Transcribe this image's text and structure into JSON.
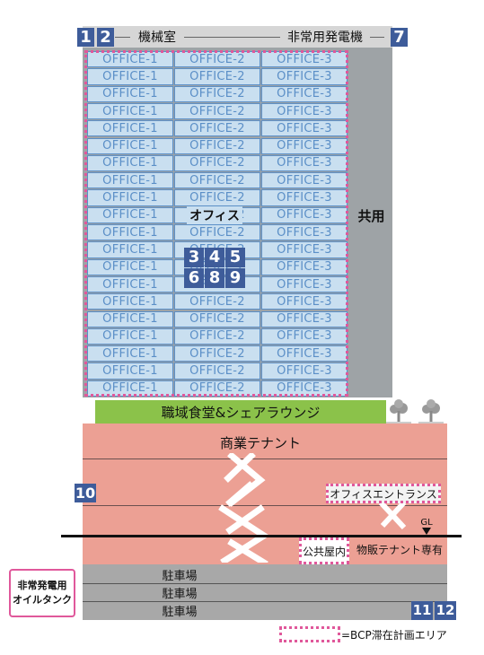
{
  "top": {
    "machine_room": "機械室",
    "generator_room": "非常用発電機"
  },
  "markers": [
    "1",
    "2",
    "3",
    "4",
    "5",
    "6",
    "7",
    "8",
    "9",
    "10",
    "11",
    "12"
  ],
  "office": {
    "columns": [
      "OFFICE-1",
      "OFFICE-2",
      "OFFICE-3"
    ],
    "floor_count": 20,
    "center_label": "オフィス",
    "common_label": "共用"
  },
  "cafeteria": "職域食堂&シェアラウンジ",
  "commercial": {
    "label": "商業テナント",
    "office_entrance": "オフィスエントランス",
    "public_indoor": "公共屋内",
    "retail": "物販テナント専有",
    "gl": "GL"
  },
  "parking": [
    "駐車場",
    "駐車場",
    "駐車場"
  ],
  "oil_tank": {
    "line1": "非常発電用",
    "line2": "オイルタンク"
  },
  "legend": "=BCP滞在計画エリア",
  "colors": {
    "office_fill": "#c9dff0",
    "office_border": "#5b8fc7",
    "common": "#9ea3a6",
    "cafeteria": "#8bc24a",
    "commercial": "#eca094",
    "parking": "#a8a8a8",
    "marker": "#3e5c9a",
    "bcp": "#e0589b"
  }
}
